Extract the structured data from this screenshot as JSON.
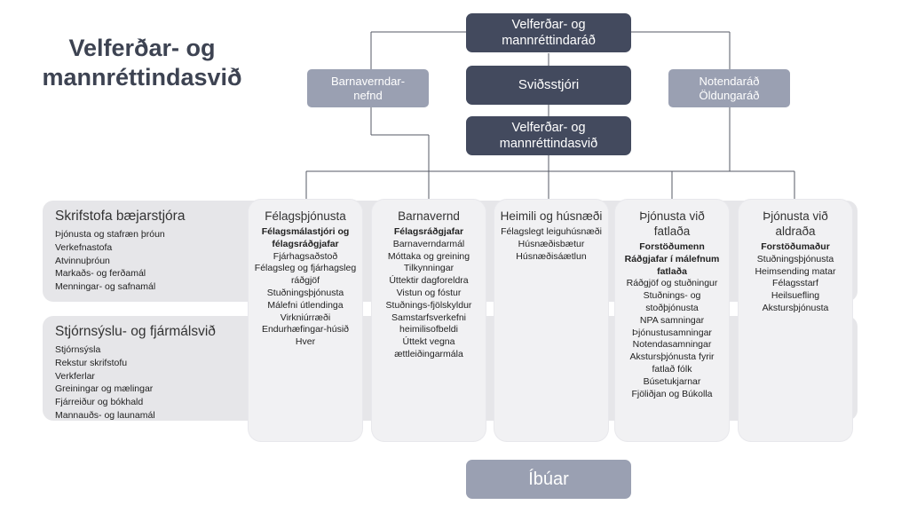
{
  "title": "Velferðar- og mannréttindasvið",
  "top_boxes": {
    "council": "Velferðar- og mannréttindaráð",
    "director": "Sviðsstjóri",
    "division": "Velferðar- og mannréttindasvið"
  },
  "side_boxes": {
    "left": "Barnaverndar-\nnefnd",
    "right": "Notendaráð\nÖldungaráð"
  },
  "bands": [
    {
      "title": "Skrifstofa bæjarstjóra",
      "items": [
        "Þjónusta og stafræn þróun",
        "Verkefnastofa",
        "Atvinnuþróun",
        "Markaðs- og ferðamál",
        "Menningar- og safnamál"
      ]
    },
    {
      "title": "Stjórnsýslu- og fjármálsvið",
      "items": [
        "Stjórnsýsla",
        "Rekstur skrifstofu",
        "Verkferlar",
        "Greiningar og mælingar",
        "Fjárreiður og bókhald",
        "Mannauðs- og launamál"
      ]
    }
  ],
  "columns": [
    {
      "title": "Félagsþjónusta",
      "sub": "Félagsmálastjóri og félagsráðgjafar",
      "items": [
        "Fjárhagsaðstoð",
        "Félagsleg og fjárhagsleg ráðgjöf",
        "Stuðningsþjónusta",
        "Málefni útlendinga",
        "Virkniúrræði",
        "Endurhæfingar-húsið Hver"
      ]
    },
    {
      "title": "Barnavernd",
      "sub": "Félagsráðgjafar",
      "items": [
        "Barnaverndarmál",
        "Móttaka og greining",
        "Tilkynningar",
        "Úttektir dagforeldra",
        "Vistun og fóstur",
        "Stuðnings-fjölskyldur",
        "Samstarfsverkefni heimilisofbeldi",
        "Úttekt vegna ættleiðingarmála"
      ]
    },
    {
      "title": "Heimili og húsnæði",
      "sub": "",
      "items": [
        "Félagslegt leiguhúsnæði",
        "Húsnæðisbætur",
        "Húsnæðisáætlun"
      ]
    },
    {
      "title": "Þjónusta við fatlaða",
      "sub": "Forstöðumenn Ráðgjafar í málefnum fatlaða",
      "items": [
        "Ráðgjöf og stuðningur",
        "Stuðnings- og stoðþjónusta",
        "NPA samningar",
        "Þjónustusamningar",
        "Notendasamningar",
        "Akstursþjónusta fyrir fatlað fólk",
        "Búsetukjarnar",
        "Fjöliðjan og Búkolla"
      ]
    },
    {
      "title": "Þjónusta við aldraða",
      "sub": "Forstöðumaður",
      "items": [
        "Stuðningsþjónusta",
        "Heimsending matar",
        "Félagsstarf",
        "Heilsuefling",
        "Akstursþjónusta"
      ]
    }
  ],
  "bottom_box": "Íbúar"
}
